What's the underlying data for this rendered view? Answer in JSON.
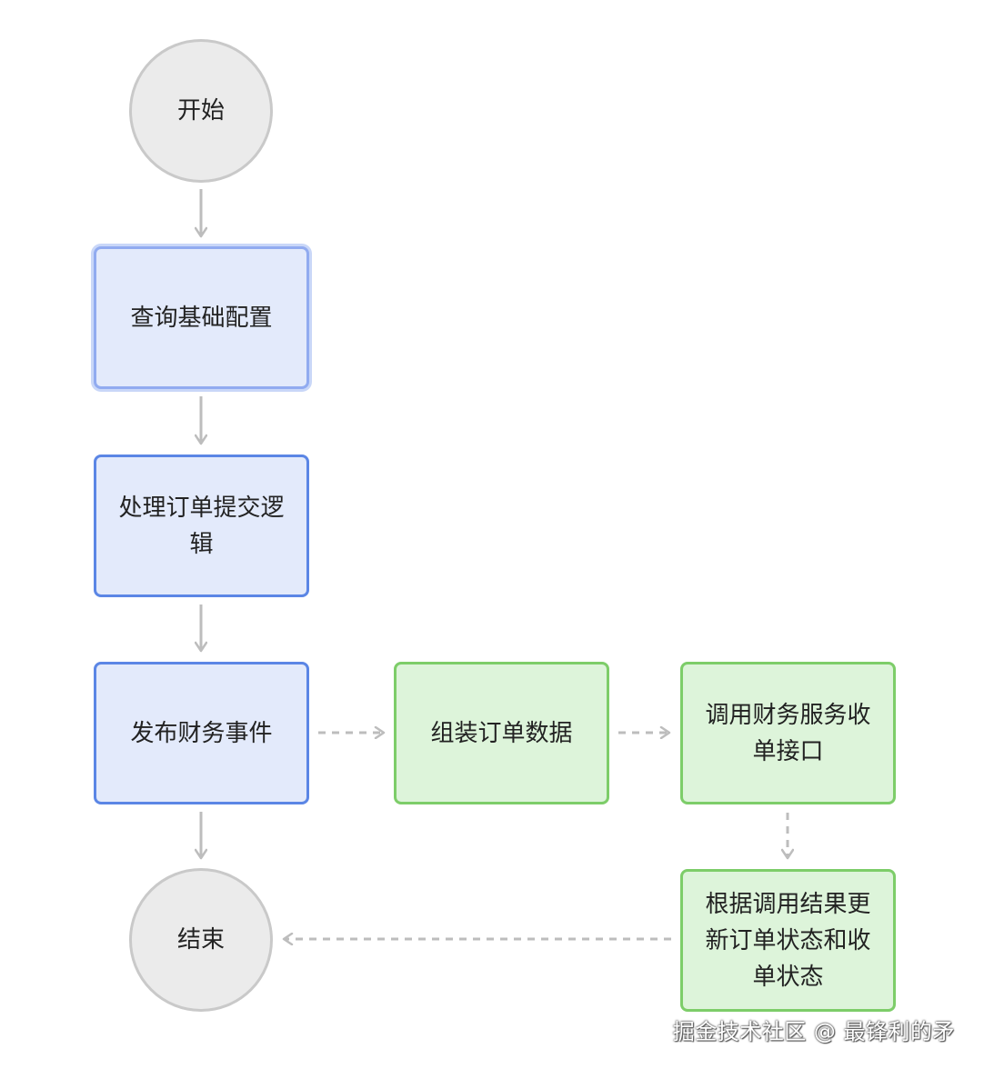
{
  "diagram": {
    "nodes": {
      "start": "开始",
      "query_config": "查询基础配置",
      "process_order": "处理订单提交逻辑",
      "publish_event": "发布财务事件",
      "assemble_data": "组装订单数据",
      "call_finance": "调用财务服务收单接口",
      "update_status": "根据调用结果更新订单状态和收单状态",
      "end": "结束"
    },
    "edges": [
      {
        "from": "start",
        "to": "query_config",
        "style": "solid"
      },
      {
        "from": "query_config",
        "to": "process_order",
        "style": "solid"
      },
      {
        "from": "process_order",
        "to": "publish_event",
        "style": "solid"
      },
      {
        "from": "publish_event",
        "to": "end",
        "style": "solid"
      },
      {
        "from": "publish_event",
        "to": "assemble_data",
        "style": "dashed"
      },
      {
        "from": "assemble_data",
        "to": "call_finance",
        "style": "dashed"
      },
      {
        "from": "call_finance",
        "to": "update_status",
        "style": "dashed"
      },
      {
        "from": "update_status",
        "to": "end",
        "style": "dashed"
      }
    ],
    "colors": {
      "circle_fill": "#ebebeb",
      "blue_fill": "#e3eafb",
      "blue_border": "#5b86e5",
      "green_fill": "#ddf4da",
      "green_border": "#7dcd69",
      "arrow": "#bdbdbd"
    }
  },
  "watermark": "掘金技术社区 @ 最锋利的矛"
}
